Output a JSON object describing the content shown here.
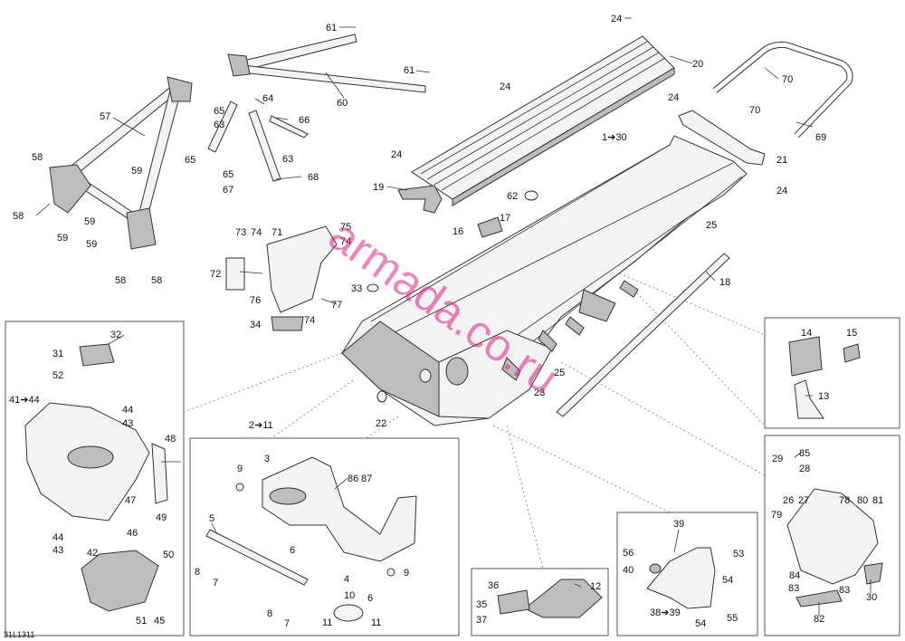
{
  "diagram_code": "31L1311",
  "watermark": "armada.co.ru",
  "colors": {
    "watermark": "#e0208a",
    "line": "#333333",
    "part_fill": "#f3f3f3"
  },
  "labels": {
    "l61a": "61",
    "l61b": "61",
    "l60": "60",
    "l57": "57",
    "l58a": "58",
    "l58b": "58",
    "l58c": "58",
    "l58d": "58",
    "l59a": "59",
    "l59b": "59",
    "l59c": "59",
    "l59d": "59",
    "l64": "64",
    "l65a": "65",
    "l65b": "65",
    "l65c": "65",
    "l63a": "63",
    "l63b": "63",
    "l66": "66",
    "l67": "67",
    "l68": "68",
    "l24a": "24",
    "l24b": "24",
    "l24c": "24",
    "l24d": "24",
    "l24e": "24",
    "l20": "20",
    "l19": "19",
    "l70a": "70",
    "l70b": "70",
    "l69": "69",
    "l21": "21",
    "l1_30": "1➔30",
    "l62": "62",
    "l17": "17",
    "l16": "16",
    "l25a": "25",
    "l25b": "25",
    "l18": "18",
    "l33": "33",
    "l22": "22",
    "l23": "23",
    "l73": "73",
    "l74a": "74",
    "l74b": "74",
    "l74c": "74",
    "l71": "71",
    "l75": "75",
    "l72": "72",
    "l76": "76",
    "l77": "77",
    "l34": "34",
    "l14": "14",
    "l15": "15",
    "l13": "13",
    "l32": "32",
    "l31": "31",
    "l52": "52",
    "l41_44": "41➔44",
    "l44a": "44",
    "l43a": "43",
    "l44b": "44",
    "l43b": "43",
    "l48": "48",
    "l47": "47",
    "l46": "46",
    "l49": "49",
    "l42": "42",
    "l50": "50",
    "l51": "51",
    "l45": "45",
    "l2_11": "2➔11",
    "l3": "3",
    "l9a": "9",
    "l9b": "9",
    "l86": "86",
    "l87": "87",
    "l5": "5",
    "l6a": "6",
    "l6b": "6",
    "l8a": "8",
    "l8b": "8",
    "l7a": "7",
    "l7b": "7",
    "l4": "4",
    "l10": "10",
    "l11a": "11",
    "l11b": "11",
    "l36": "36",
    "l12": "12",
    "l35": "35",
    "l37": "37",
    "l39a": "39",
    "l56": "56",
    "l53": "53",
    "l40": "40",
    "l54a": "54",
    "l54b": "54",
    "l38_39": "38➔39",
    "l55": "55",
    "l29": "29",
    "l85": "85",
    "l28": "28",
    "l26": "26",
    "l27": "27",
    "l78": "78",
    "l80": "80",
    "l81": "81",
    "l79": "79",
    "l84": "84",
    "l83a": "83",
    "l83b": "83",
    "l82": "82",
    "l30": "30"
  }
}
